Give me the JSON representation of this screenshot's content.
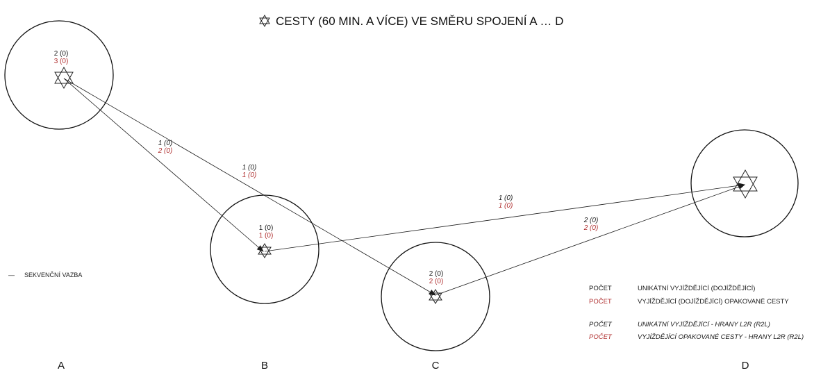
{
  "title": "CESTY (60 MIN. A VÍCE) VE SMĚRU SPOJENÍ A … D",
  "colors": {
    "black": "#1a1a1a",
    "red": "#b03030"
  },
  "nodes": {
    "a": {
      "unique": "2 (0)",
      "repeated": "3 (0)"
    },
    "b": {
      "unique": "1 (0)",
      "repeated": "1 (0)"
    },
    "c": {
      "unique": "2 (0)",
      "repeated": "2 (0)"
    },
    "d": {
      "unique": "",
      "repeated": ""
    }
  },
  "edges": {
    "a_b": {
      "unique": "1 (0)",
      "repeated": "2 (0)"
    },
    "a_c": {
      "unique": "1 (0)",
      "repeated": "1 (0)"
    },
    "b_d": {
      "unique": "1 (0)",
      "repeated": "1 (0)"
    },
    "c_d": {
      "unique": "2 (0)",
      "repeated": "2 (0)"
    }
  },
  "side_legend": {
    "symbol": "—",
    "label": "SEKVENČNÍ VAZBA"
  },
  "legend": {
    "rows": [
      {
        "key": "POČET",
        "text": "UNIKÁTNÍ VYJÍŽDĚJÍCÍ (DOJÍŽDĚJÍCÍ)"
      },
      {
        "key": "POČET",
        "text": "VYJÍŽDĚJÍCÍ (DOJÍŽDĚJÍCÍ) OPAKOVANÉ CESTY"
      },
      {
        "key": "POČET",
        "text": "UNIKÁTNÍ VYJÍŽDĚJÍCÍ  - HRANY L2R (R2L)"
      },
      {
        "key": "POČET",
        "text": "VYJÍŽDĚJÍCÍ OPAKOVANÉ CESTY - HRANY L2R (R2L)"
      }
    ]
  },
  "columns": [
    "A",
    "B",
    "C",
    "D"
  ]
}
